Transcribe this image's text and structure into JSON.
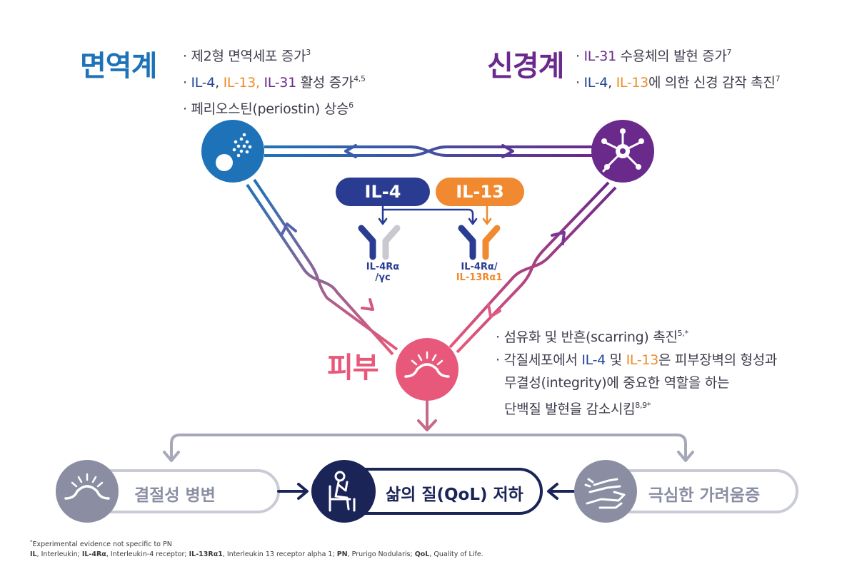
{
  "immune": {
    "title": "면역계",
    "b1": "· 제2형 면역세포 증가",
    "b1_ref": "3",
    "b2_prefix": "· ",
    "b2_il4": "IL-4",
    "b2_sep1": ", ",
    "b2_il13": "IL-13,",
    "b2_sep2": " ",
    "b2_il31": "IL-31",
    "b2_rest": " 활성 증가",
    "b2_ref": "4,5",
    "b3": "· 페리오스틴(periostin) 상승",
    "b3_ref": "6"
  },
  "neuro": {
    "title": "신경계",
    "b1_prefix": "· ",
    "b1_il31": "IL-31",
    "b1_rest": " 수용체의 발현 증가",
    "b1_ref": "7",
    "b2_prefix": "· ",
    "b2_il4": "IL-4",
    "b2_sep": ", ",
    "b2_il13": "IL-13",
    "b2_rest": "에 의한 신경 감작 촉진",
    "b2_ref": "7"
  },
  "skin": {
    "title": "피부",
    "b1": "· 섬유화 및 반흔(scarring) 촉진",
    "b1_ref": "5,*",
    "b2_prefix": "· 각질세포에서 ",
    "b2_il4": "IL-4",
    "b2_mid": " 및 ",
    "b2_il13": "IL-13",
    "b2_rest": "은 피부장벽의 형성과",
    "b3": "무결성(integrity)에 중요한 역할을 하는",
    "b4": "단백질 발현을 감소시킴",
    "b4_ref": "8,9*"
  },
  "cytokines": {
    "il4": "IL-4",
    "il13": "IL-13",
    "rec1_line1": "IL-4Rα",
    "rec1_line2": "/γc",
    "rec2_line1": "IL-4Rα/",
    "rec2_line2": "IL-13Rα1"
  },
  "outcomes": {
    "left": "결절성 병변",
    "center": "삶의 질(QoL) 저하",
    "right": "극심한 가려움증"
  },
  "footnotes": {
    "star": "*",
    "star_text": "Experimental evidence not specific to PN",
    "abbr": [
      {
        "term": "IL",
        "def": ", Interleukin; "
      },
      {
        "term": "IL-4Rα",
        "def": ", Interleukin-4 receptor; "
      },
      {
        "term": "IL-13Rα1",
        "def": ", Interleukin 13 receptor alpha 1; "
      },
      {
        "term": "PN",
        "def": ", Prurigo Nodularis; "
      },
      {
        "term": "QoL",
        "def": ", Quality of Life."
      }
    ]
  },
  "colors": {
    "immune": "#1e73b8",
    "neuro": "#6a2a8c",
    "skin": "#e8587a",
    "il4": "#2a3c92",
    "il13": "#f0892f",
    "navy": "#1b2457",
    "gray": "#8b8ea3"
  },
  "icons": {
    "immune": "immune-cell-icon",
    "neuro": "neuron-icon",
    "skin": "skin-bump-icon",
    "quality_of_life": "seated-person-icon",
    "itch": "scratching-hand-icon"
  }
}
